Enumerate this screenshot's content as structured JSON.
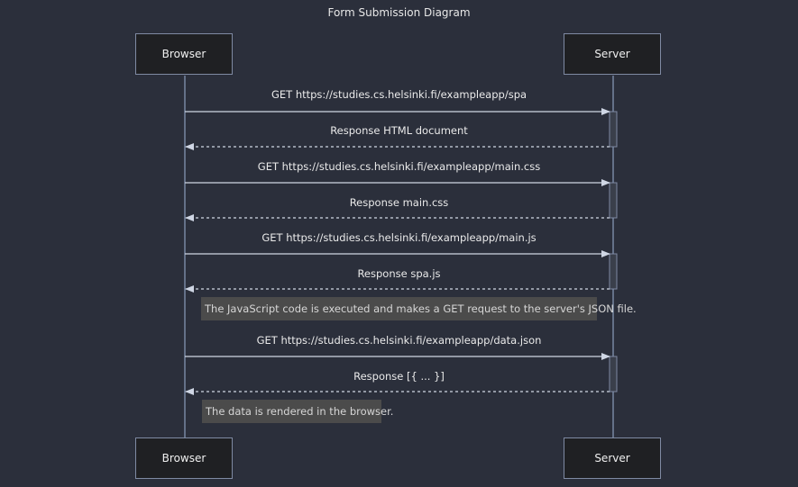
{
  "title": "Form Submission Diagram",
  "participants": [
    {
      "id": "browser",
      "label": "Browser"
    },
    {
      "id": "server",
      "label": "Server"
    }
  ],
  "messages": [
    {
      "from": "browser",
      "to": "server",
      "label": "GET https://studies.cs.helsinki.fi/exampleapp/spa",
      "style": "solid"
    },
    {
      "from": "server",
      "to": "browser",
      "label": "Response HTML document",
      "style": "dotted"
    },
    {
      "from": "browser",
      "to": "server",
      "label": "GET https://studies.cs.helsinki.fi/exampleapp/main.css",
      "style": "solid"
    },
    {
      "from": "server",
      "to": "browser",
      "label": "Response main.css",
      "style": "dotted"
    },
    {
      "from": "browser",
      "to": "server",
      "label": "GET https://studies.cs.helsinki.fi/exampleapp/main.js",
      "style": "solid"
    },
    {
      "from": "server",
      "to": "browser",
      "label": "Response spa.js",
      "style": "dotted"
    },
    {
      "from": "browser",
      "to": "server",
      "label": "GET https://studies.cs.helsinki.fi/exampleapp/data.json",
      "style": "solid"
    },
    {
      "from": "server",
      "to": "browser",
      "label": "Response [{ ... }]",
      "style": "dotted"
    }
  ],
  "notes": [
    {
      "over": "browser",
      "text": "The JavaScript code is executed and makes a GET request to the server's JSON file."
    },
    {
      "over": "browser",
      "text": "The data is rendered in the browser."
    }
  ],
  "colors": {
    "background": "#2b2f3b",
    "actor_fill": "#1f2023",
    "actor_border": "#7f8aa3",
    "lifeline": "#9db3d6",
    "arrow": "#cfd6e4",
    "activation_fill": "#3a3f4b",
    "note_fill": "#4b4b4b"
  }
}
